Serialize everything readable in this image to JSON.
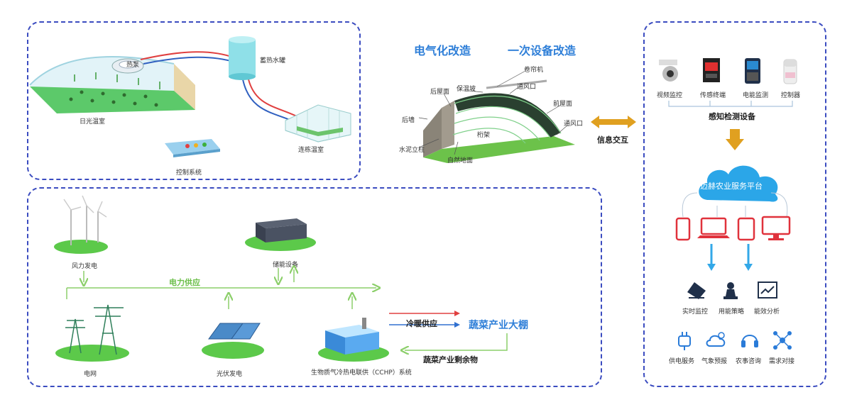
{
  "greenhouse_panel": {
    "heat_pump": "热泵",
    "water_tank": "蓄热水罐",
    "solar_greenhouse": "日光温室",
    "multi_span_greenhouse": "连栋温室",
    "control_system": "控制系统"
  },
  "retrofit": {
    "title_left": "电气化改造",
    "title_right": "一次设备改造",
    "labels": {
      "roller": "卷帘机",
      "rear_roof": "后屋面",
      "insulation_slope": "保温坡",
      "vent_top": "通风口",
      "front_roof": "前屋面",
      "rear_wall": "后墙",
      "truss": "桁架",
      "vent_front": "通风口",
      "cement_pillar": "水泥立柱",
      "natural_ground": "自然地面"
    },
    "info_exchange": "信息交互"
  },
  "energy_panel": {
    "wind_power": "风力发电",
    "storage": "储能设备",
    "power_supply": "电力供应",
    "grid": "电网",
    "pv": "光伏发电",
    "cchp": "生物质气冷热电联供（CCHP）系统",
    "heating_cooling": "冷暖供应",
    "vegetable_greenhouse": "蔬菜产业大棚",
    "residue": "蔬菜产业剩余物"
  },
  "platform_panel": {
    "devices": [
      {
        "label": "视频监控",
        "icon": "camera-icon"
      },
      {
        "label": "传感终端",
        "icon": "sensor-terminal-icon"
      },
      {
        "label": "电能监测",
        "icon": "power-meter-icon"
      },
      {
        "label": "控制器",
        "icon": "controller-icon"
      }
    ],
    "sensing_title": "感知检测设备",
    "cloud_title": "迈赫农业服务平台",
    "services_row1": [
      {
        "label": "实时监控",
        "icon": "solar-panel-icon"
      },
      {
        "label": "用能策略",
        "icon": "strategy-icon"
      },
      {
        "label": "能效分析",
        "icon": "analysis-icon"
      }
    ],
    "services_row2": [
      {
        "label": "供电服务",
        "icon": "plug-icon"
      },
      {
        "label": "气象预报",
        "icon": "weather-icon"
      },
      {
        "label": "农事咨询",
        "icon": "headset-icon"
      },
      {
        "label": "需求对接",
        "icon": "network-icon"
      }
    ]
  },
  "colors": {
    "panel_border": "#3b4cc0",
    "title_blue": "#2f7fd8",
    "green": "#6cbf4a",
    "red_device": "#e0323c",
    "arrow_orange": "#e0a020"
  }
}
